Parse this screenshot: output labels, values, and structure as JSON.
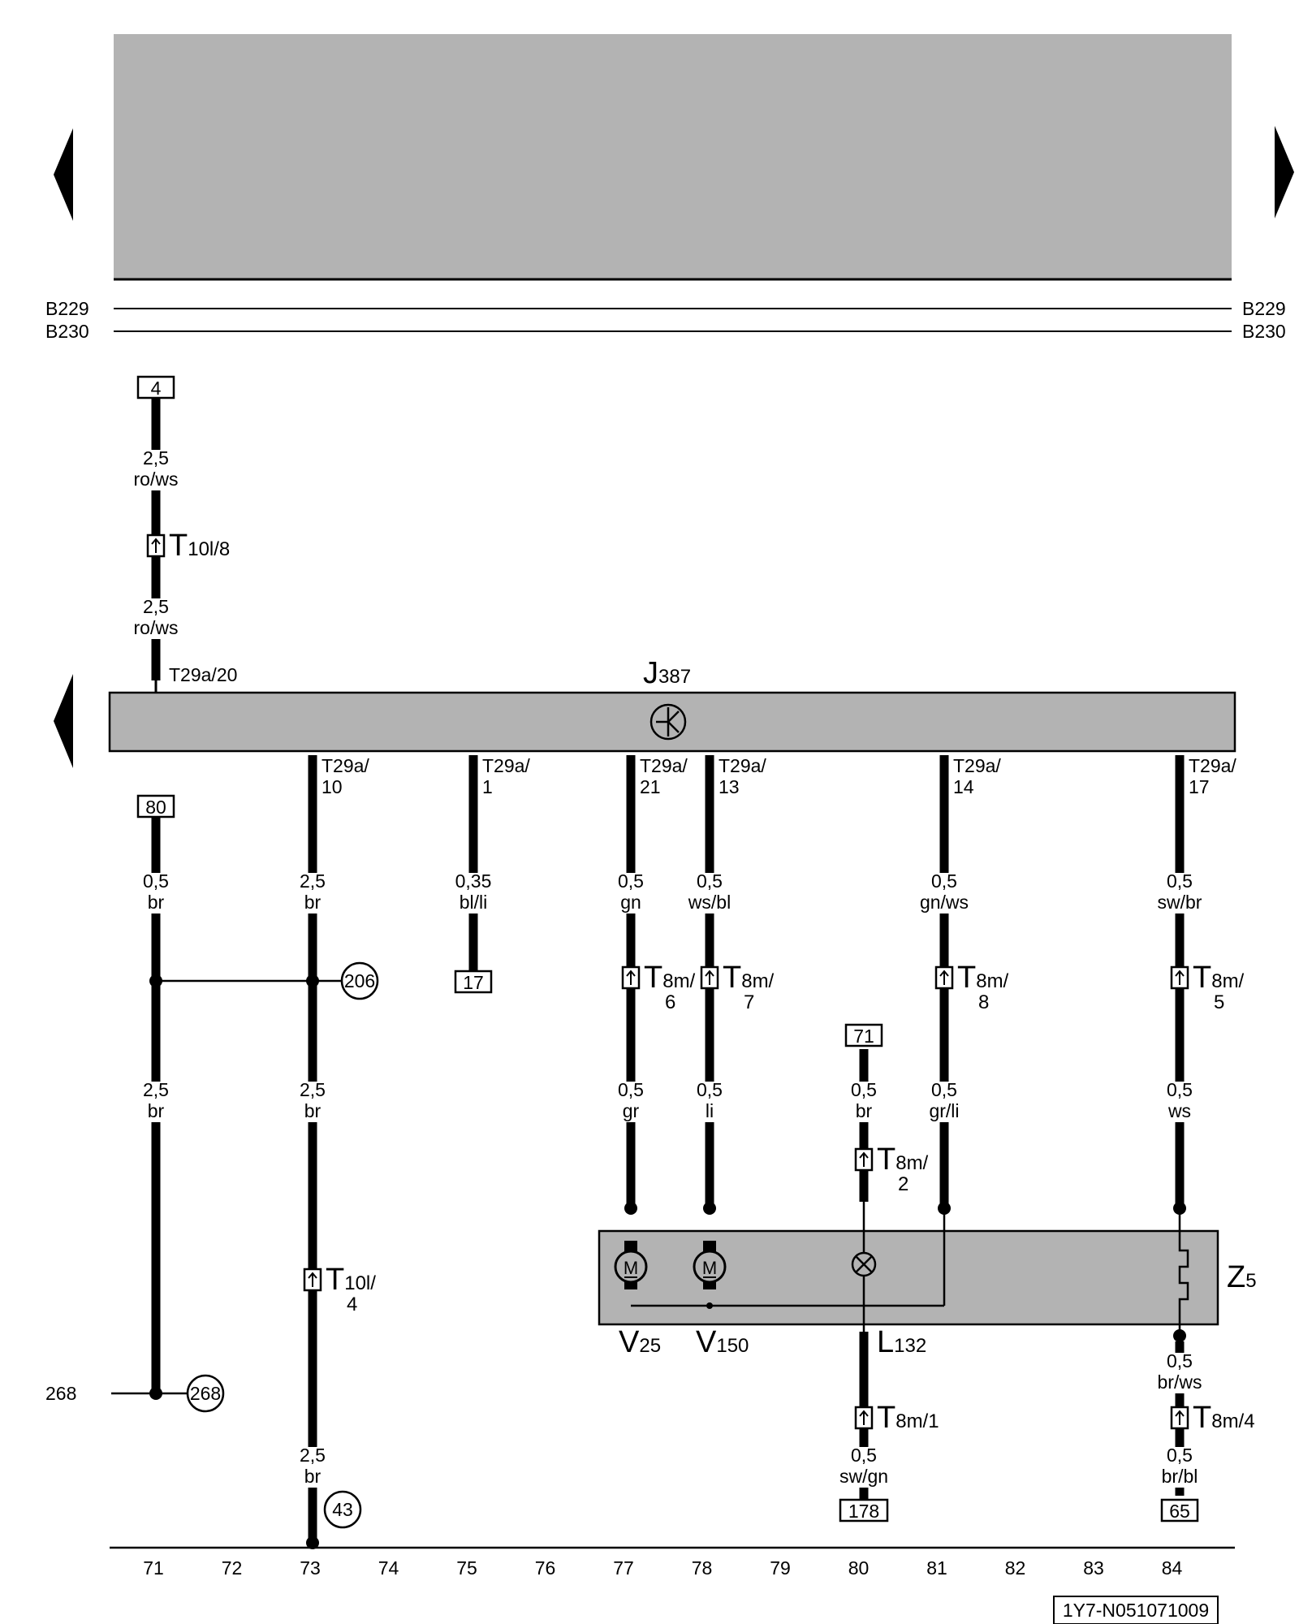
{
  "buses": [
    {
      "id": "B229",
      "label_left": "B229",
      "label_right": "B229"
    },
    {
      "id": "B230",
      "label_left": "B230",
      "label_right": "B230"
    }
  ],
  "control_unit": {
    "letter": "J",
    "number": "387"
  },
  "components": {
    "z5": {
      "letter": "Z",
      "number": "5"
    },
    "v25": {
      "letter": "V",
      "number": "25"
    },
    "v150": {
      "letter": "V",
      "number": "150"
    },
    "l132": {
      "letter": "L",
      "number": "132"
    },
    "motor_symbol": "M"
  },
  "wires": [
    {
      "id": "w71a",
      "size": "2,5",
      "color": "ro/ws"
    },
    {
      "id": "w71b",
      "size": "2,5",
      "color": "ro/ws"
    },
    {
      "id": "w71c",
      "size": "0,5",
      "color": "br"
    },
    {
      "id": "w71d",
      "size": "2,5",
      "color": "br"
    },
    {
      "id": "w73a",
      "size": "2,5",
      "color": "br"
    },
    {
      "id": "w73b",
      "size": "2,5",
      "color": "br"
    },
    {
      "id": "w73c",
      "size": "2,5",
      "color": "br"
    },
    {
      "id": "w75a",
      "size": "0,35",
      "color": "bl/li"
    },
    {
      "id": "w77a",
      "size": "0,5",
      "color": "gn"
    },
    {
      "id": "w77b",
      "size": "0,5",
      "color": "gr"
    },
    {
      "id": "w78a",
      "size": "0,5",
      "color": "ws/bl"
    },
    {
      "id": "w78b",
      "size": "0,5",
      "color": "li"
    },
    {
      "id": "w80a",
      "size": "0,5",
      "color": "br"
    },
    {
      "id": "w80b",
      "size": "0,5",
      "color": "sw/gn"
    },
    {
      "id": "w81a",
      "size": "0,5",
      "color": "gn/ws"
    },
    {
      "id": "w81b",
      "size": "0,5",
      "color": "gr/li"
    },
    {
      "id": "w84a",
      "size": "0,5",
      "color": "sw/br"
    },
    {
      "id": "w84b",
      "size": "0,5",
      "color": "ws"
    },
    {
      "id": "w84c",
      "size": "0,5",
      "color": "br/ws"
    },
    {
      "id": "w84d",
      "size": "0,5",
      "color": "br/bl"
    }
  ],
  "pins": [
    {
      "id": "p20",
      "line1": "T29a/20",
      "line2": ""
    },
    {
      "id": "p10",
      "line1": "T29a/",
      "line2": "10"
    },
    {
      "id": "p1",
      "line1": "T29a/",
      "line2": "1"
    },
    {
      "id": "p21",
      "line1": "T29a/",
      "line2": "21"
    },
    {
      "id": "p13",
      "line1": "T29a/",
      "line2": "13"
    },
    {
      "id": "p14",
      "line1": "T29a/",
      "line2": "14"
    },
    {
      "id": "p17",
      "line1": "T29a/",
      "line2": "17"
    }
  ],
  "connectors": [
    {
      "id": "c10l8",
      "letter": "T",
      "sub1": "10l/8",
      "sub2": ""
    },
    {
      "id": "c10l4",
      "letter": "T",
      "sub1": "10l/",
      "sub2": "4"
    },
    {
      "id": "c8m6",
      "letter": "T",
      "sub1": "8m/",
      "sub2": "6"
    },
    {
      "id": "c8m7",
      "letter": "T",
      "sub1": "8m/",
      "sub2": "7"
    },
    {
      "id": "c8m8",
      "letter": "T",
      "sub1": "8m/",
      "sub2": "8"
    },
    {
      "id": "c8m5",
      "letter": "T",
      "sub1": "8m/",
      "sub2": "5"
    },
    {
      "id": "c8m2",
      "letter": "T",
      "sub1": "8m/",
      "sub2": "2"
    },
    {
      "id": "c8m1",
      "letter": "T",
      "sub1": "8m/1",
      "sub2": ""
    },
    {
      "id": "c8m4",
      "letter": "T",
      "sub1": "8m/4",
      "sub2": ""
    }
  ],
  "box_refs": [
    {
      "id": "r4",
      "text": "4"
    },
    {
      "id": "r80",
      "text": "80"
    },
    {
      "id": "r17",
      "text": "17"
    },
    {
      "id": "r71",
      "text": "71"
    },
    {
      "id": "r178",
      "text": "178"
    },
    {
      "id": "r65",
      "text": "65"
    }
  ],
  "circle_refs": [
    {
      "id": "c206",
      "text": "206"
    },
    {
      "id": "c268",
      "text": "268"
    },
    {
      "id": "c43",
      "text": "43"
    }
  ],
  "left_ref": "268",
  "tracks": [
    "71",
    "72",
    "73",
    "74",
    "75",
    "76",
    "77",
    "78",
    "79",
    "80",
    "81",
    "82",
    "83",
    "84"
  ],
  "doc_id": "1Y7-N051071009"
}
